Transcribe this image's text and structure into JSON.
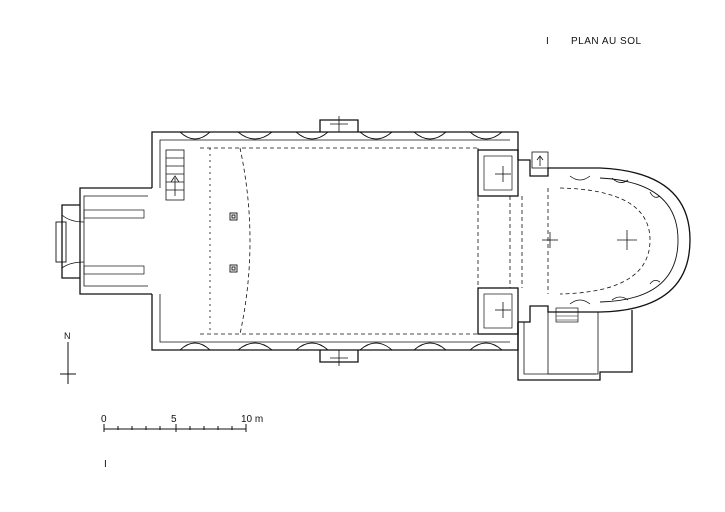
{
  "sheet": {
    "plate_number": "I",
    "title": "PLAN AU SOL"
  },
  "north_arrow": {
    "label": "N"
  },
  "scale_bar": {
    "ticks": [
      "0",
      "5",
      "10 m"
    ]
  },
  "footer": {
    "plate_number": "I"
  },
  "colors": {
    "ink": "#111111",
    "paper": "#ffffff"
  }
}
